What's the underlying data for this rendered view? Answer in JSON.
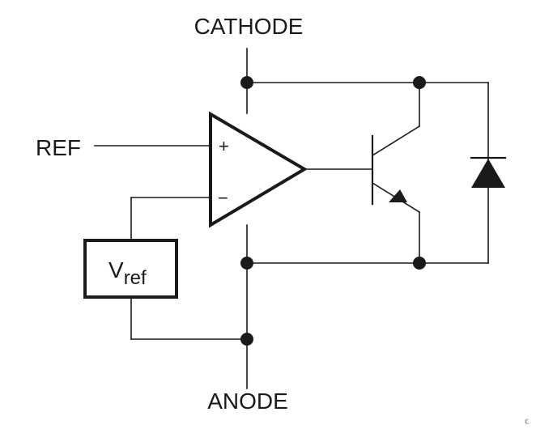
{
  "labels": {
    "cathode": "CATHODE",
    "anode": "ANODE",
    "ref": "REF",
    "plus": "+",
    "minus": "−",
    "vref_main": "V",
    "vref_sub": "ref",
    "corner_mark": "€"
  },
  "colors": {
    "ink": "#1a1a1a",
    "background": "#ffffff"
  }
}
